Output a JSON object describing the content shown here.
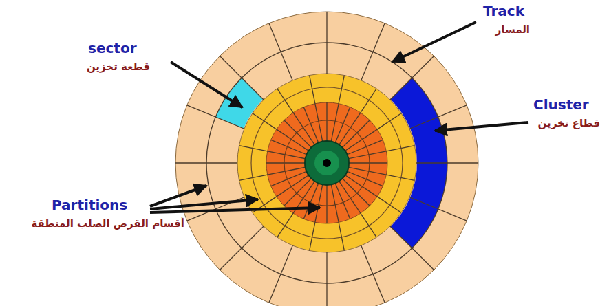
{
  "diagram": {
    "labels": [
      "Track",
      "المسار",
      "sector",
      "قطعة تخزين",
      "Cluster",
      "قطاع تخزين",
      "Partitions",
      "أقسام القرص الصلب المنطقة"
    ]
  }
}
